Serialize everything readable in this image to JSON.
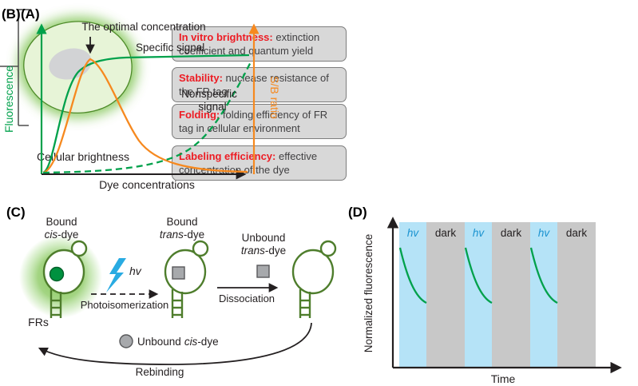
{
  "colors": {
    "green": "#00a14b",
    "orange": "#f6891f",
    "red_highlight": "#ed1c24",
    "hairpin_green": "#4e7d2c",
    "lightning_cyan": "#29abe2",
    "hv_blue": "#1b93d0",
    "cyan_band": "#b5e3f7",
    "gray_band": "#c8c8c8",
    "box_bg": "#d8d8d8"
  },
  "panels": {
    "a": {
      "label": "(A)",
      "cell_caption": "Cellular brightness",
      "boxes": [
        {
          "title": "In vitro brightness:",
          "body": " extinction coefficient and quantum yield"
        },
        {
          "title": "Stability:",
          "body": " nuclease resistance of the FR tag"
        },
        {
          "title": "Folding:",
          "body": " folding efficiency of FR tag in cellular environment"
        },
        {
          "title": "Labeling efficiency:",
          "body": " effective concentration of the dye"
        }
      ]
    },
    "b": {
      "label": "(B)",
      "ylabel_left": "Fluorescence",
      "ylabel_right": "S/B ratio",
      "xlabel": "Dye concentrations",
      "annotation": "The optimal concentration",
      "specific_label": "Specific signal",
      "nonspecific_line1": "Nonspecific",
      "nonspecific_line2": "signal"
    },
    "c": {
      "label": "(C)",
      "bound": "Bound",
      "unbound": "Unbound",
      "cis": "cis",
      "trans": "trans",
      "dye_suffix": "-dye",
      "frs_label": "FRs",
      "hv": "hv",
      "photoisomerization": "Photoisomerization",
      "dissociation": "Dissociation",
      "rebinding": "Rebinding"
    },
    "d": {
      "label": "(D)",
      "ylabel": "Normalized fluorescence",
      "xlabel": "Time",
      "bands": [
        "hv",
        "dark",
        "hv",
        "dark",
        "hv",
        "dark"
      ]
    }
  },
  "chart_data": [
    {
      "type": "line",
      "panel": "B",
      "xlabel": "Dye concentrations",
      "ylabel_left": "Fluorescence",
      "ylabel_right": "S/B ratio",
      "axes_numeric": false,
      "annotations": [
        "The optimal concentration (arrow at S/B peak)"
      ],
      "series": [
        {
          "name": "Specific signal",
          "style": "solid",
          "color": "#00a14b",
          "x_norm": [
            0,
            0.1,
            0.2,
            0.3,
            0.4,
            0.6,
            0.8,
            1
          ],
          "y_norm": [
            0,
            0.25,
            0.75,
            0.92,
            0.97,
            0.99,
            1,
            1
          ]
        },
        {
          "name": "S/B ratio",
          "style": "solid",
          "color": "#f6891f",
          "x_norm": [
            0,
            0.1,
            0.22,
            0.35,
            0.5,
            0.65,
            0.8,
            1
          ],
          "y_norm": [
            0,
            0.45,
            1,
            0.55,
            0.25,
            0.1,
            0.04,
            0.02
          ]
        },
        {
          "name": "Nonspecific signal",
          "style": "dashed",
          "color": "#00a14b",
          "x_norm": [
            0,
            0.3,
            0.5,
            0.65,
            0.8,
            0.9,
            1
          ],
          "y_norm": [
            0,
            0.02,
            0.08,
            0.25,
            0.55,
            0.8,
            0.95
          ]
        }
      ],
      "legend_position": "inline-annotations",
      "grid": false
    },
    {
      "type": "line",
      "panel": "D",
      "xlabel": "Time",
      "ylabel": "Normalized fluorescence",
      "axes_numeric": false,
      "bands": [
        "hv",
        "dark",
        "hv",
        "dark",
        "hv",
        "dark"
      ],
      "series": [
        {
          "name": "Normalized fluorescence",
          "color": "#00a14b",
          "shape": "decays from ~1 to ~0.5 during each hv band, recovers during each dark band (3 cycles shown)"
        }
      ],
      "grid": false
    }
  ]
}
